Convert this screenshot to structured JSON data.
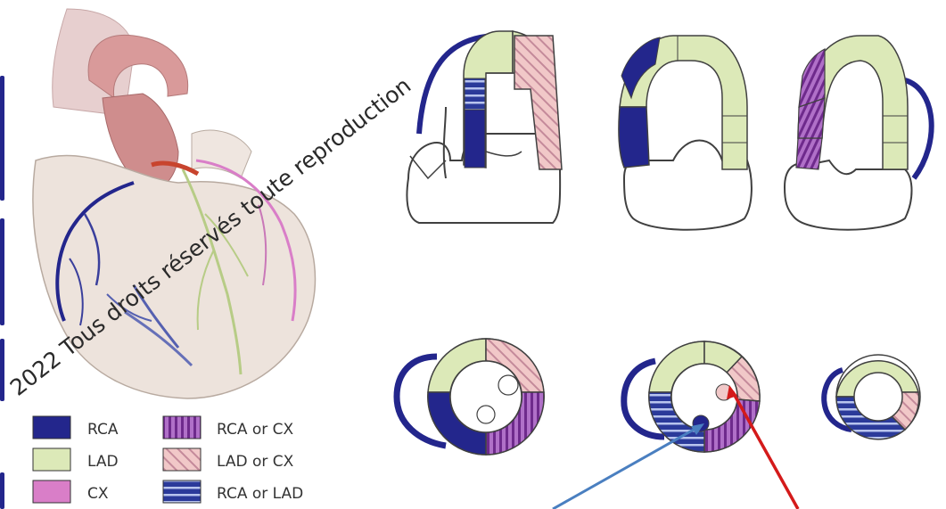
{
  "colors": {
    "rca": "#23268c",
    "lad": "#dce9b8",
    "cx": "#d97ec8",
    "rca_or_cx_bg": "#b070c8",
    "rca_or_cx_stripe": "#6e2a8c",
    "lad_or_cx_bg": "#f1c8c8",
    "lad_or_cx_stripe": "#c48a9a",
    "rca_or_lad_bg": "#2b3a9a",
    "rca_or_lad_stripe": "#b8c4ee",
    "outline": "#404040",
    "arrow_blue": "#4a7fc0",
    "arrow_red": "#d41a1a",
    "heart_muscle": "#ede3dc",
    "aorta": "#d99a9a"
  },
  "legend": [
    {
      "key": "rca",
      "label": "RCA"
    },
    {
      "key": "lad",
      "label": "LAD"
    },
    {
      "key": "cx",
      "label": "CX"
    },
    {
      "key": "rca_or_cx",
      "label": "RCA or CX"
    },
    {
      "key": "lad_or_cx",
      "label": "LAD or CX"
    },
    {
      "key": "rca_or_lad",
      "label": "RCA or LAD"
    }
  ],
  "watermark": {
    "line1": "2022 Tous droits réservés toute reproduction"
  },
  "icons": {
    "heart": "heart-illustration",
    "arrow_blue": "arrow-blue-icon",
    "arrow_red": "arrow-red-icon"
  }
}
